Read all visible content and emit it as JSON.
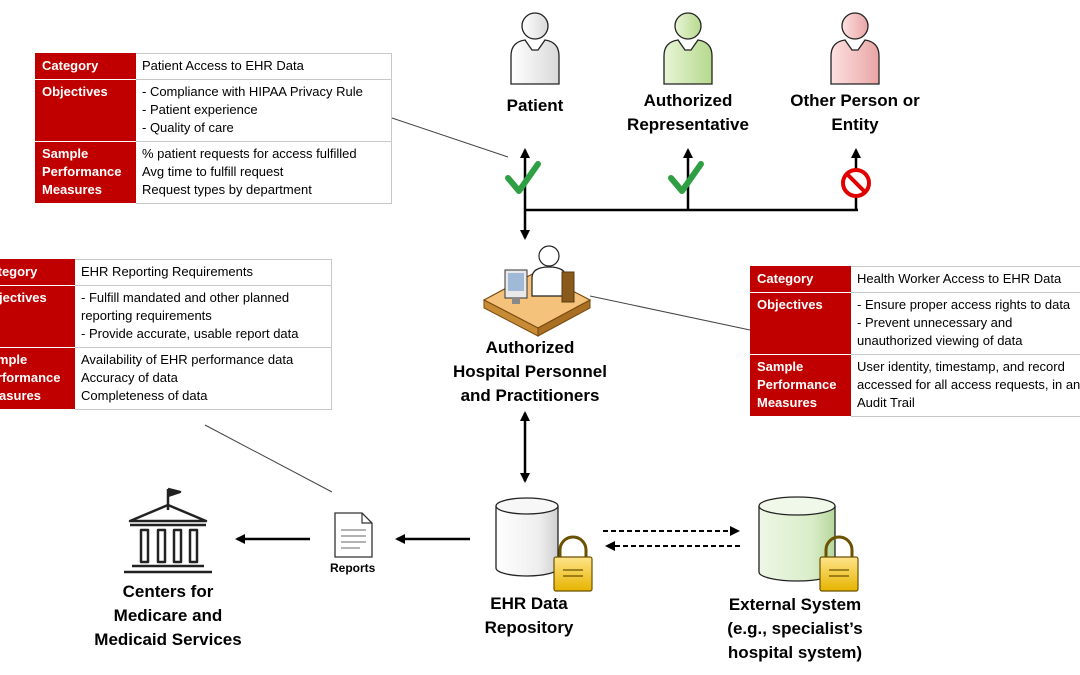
{
  "colors": {
    "header_red": "#c00000",
    "check_green": "#2ea043",
    "deny_red": "#e00000"
  },
  "actors": {
    "patient": [
      "Patient"
    ],
    "authorized_representative": [
      "Authorized",
      "Representative"
    ],
    "other_person": [
      "Other Person or",
      "Entity"
    ],
    "hospital_personnel": [
      "Authorized",
      "Hospital Personnel",
      "and Practitioners"
    ],
    "cms": [
      "Centers for",
      "Medicare and",
      "Medicaid Services"
    ],
    "ehr_repository": [
      "EHR Data",
      "Repository"
    ],
    "external_system": [
      "External System",
      "(e.g., specialist’s",
      "hospital system)"
    ],
    "reports": "Reports"
  },
  "tables": {
    "patient_access": {
      "category_label": "Category",
      "category": "Patient Access to EHR Data",
      "objectives_label": "Objectives",
      "objectives": [
        "- Compliance with HIPAA Privacy Rule",
        "- Patient experience",
        "- Quality of care"
      ],
      "measures_label": [
        "Sample",
        "Performance",
        "Measures"
      ],
      "measures": [
        "% patient requests for access fulfilled",
        "Avg time to fulfill request",
        "Request types by department"
      ]
    },
    "reporting": {
      "category_label": "Category",
      "category": "EHR Reporting Requirements",
      "objectives_label": "Objectives",
      "objectives": [
        "- Fulfill mandated and other planned",
        "reporting requirements",
        "- Provide accurate, usable report data"
      ],
      "measures_label": [
        "Sample",
        "Performance",
        "Measures"
      ],
      "measures": [
        "Availability of EHR performance data",
        "Accuracy of data",
        "Completeness of data"
      ]
    },
    "health_worker": {
      "category_label": "Category",
      "category": "Health Worker Access to EHR Data",
      "objectives_label": "Objectives",
      "objectives": [
        "- Ensure proper access rights to data",
        "- Prevent unnecessary and",
        "unauthorized viewing of data"
      ],
      "measures_label": [
        "Sample",
        "Performance",
        "Measures"
      ],
      "measures": [
        "User identity, timestamp, and record",
        "accessed for all access requests, in an",
        "Audit Trail"
      ]
    }
  },
  "access_status": {
    "patient": "allowed",
    "authorized_representative": "allowed",
    "other_person": "denied"
  }
}
